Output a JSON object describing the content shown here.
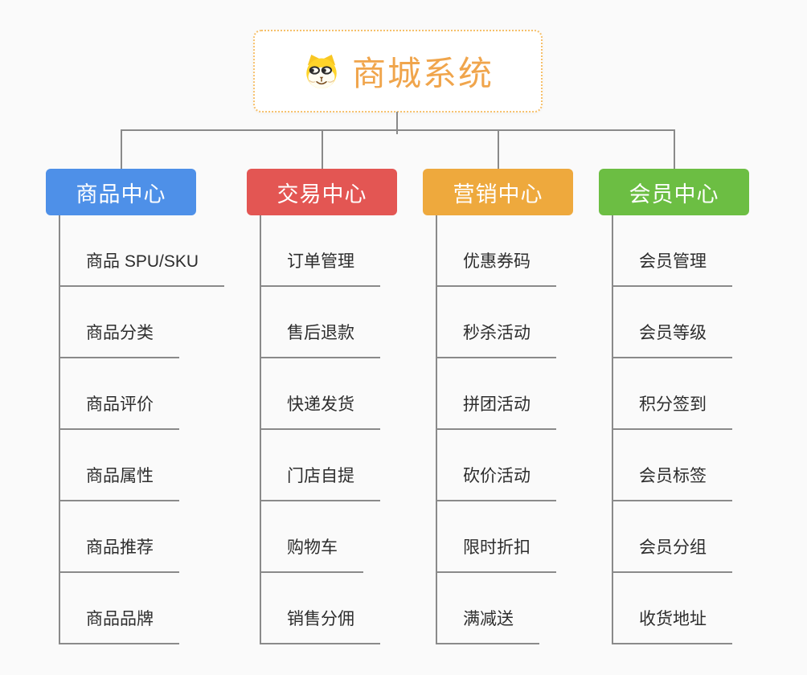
{
  "root": {
    "title": "商城系统",
    "icon": "dog-face-icon"
  },
  "branches": [
    {
      "label": "商品中心",
      "color": "#4e90e8",
      "children": [
        "商品 SPU/SKU",
        "商品分类",
        "商品评价",
        "商品属性",
        "商品推荐",
        "商品品牌"
      ]
    },
    {
      "label": "交易中心",
      "color": "#e35653",
      "children": [
        "订单管理",
        "售后退款",
        "快递发货",
        "门店自提",
        "购物车",
        "销售分佣"
      ]
    },
    {
      "label": "营销中心",
      "color": "#eea93d",
      "children": [
        "优惠券码",
        "秒杀活动",
        "拼团活动",
        "砍价活动",
        "限时折扣",
        "满减送"
      ]
    },
    {
      "label": "会员中心",
      "color": "#6cbe43",
      "children": [
        "会员管理",
        "会员等级",
        "积分签到",
        "会员标签",
        "会员分组",
        "收货地址"
      ]
    }
  ],
  "colors": {
    "background": "#fafafa",
    "connector_line": "#8a8a8a",
    "root_border": "#f6c06b",
    "root_text": "#f0a54c",
    "leaf_text": "#2d2d2d"
  }
}
